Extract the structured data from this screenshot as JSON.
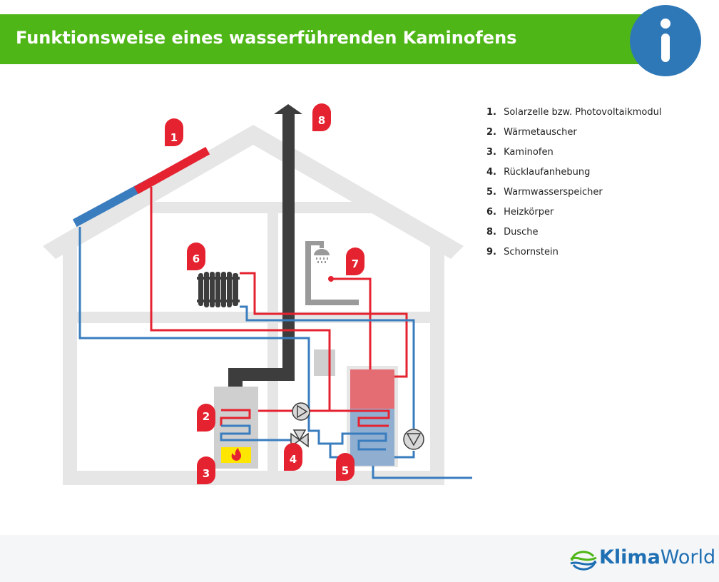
{
  "header": {
    "title": "Funktionsweise eines wasserführenden Kaminofens"
  },
  "legend": {
    "items": [
      {
        "number": "1.",
        "label": "Solarzelle bzw. Photovoltaikmodul"
      },
      {
        "number": "2.",
        "label": "Wärmetauscher"
      },
      {
        "number": "3.",
        "label": "Kaminofen"
      },
      {
        "number": "4.",
        "label": "Rücklaufanhebung"
      },
      {
        "number": "5.",
        "label": "Warmwasserspeicher"
      },
      {
        "number": "6.",
        "label": "Heizkörper"
      },
      {
        "number": "8.",
        "label": "Dusche"
      },
      {
        "number": "9.",
        "label": "Schornstein"
      }
    ]
  },
  "markers": {
    "m1": "1",
    "m2": "2",
    "m3": "3",
    "m4": "4",
    "m5": "5",
    "m6": "6",
    "m7": "7",
    "m8": "8"
  },
  "logo": {
    "brand_bold": "Klima",
    "brand_light": "World"
  },
  "colors": {
    "header_green": "#4fb617",
    "info_blue": "#2f78b8",
    "pipe_red": "#e52330",
    "pipe_blue": "#3a7dbf",
    "house_gray": "#e6e6e6",
    "chimney": "#3d3d3d"
  },
  "icons": [
    "info-icon",
    "shower-icon",
    "fire-icon",
    "pump-icon",
    "valve-icon",
    "klimaworld-logo-icon"
  ]
}
